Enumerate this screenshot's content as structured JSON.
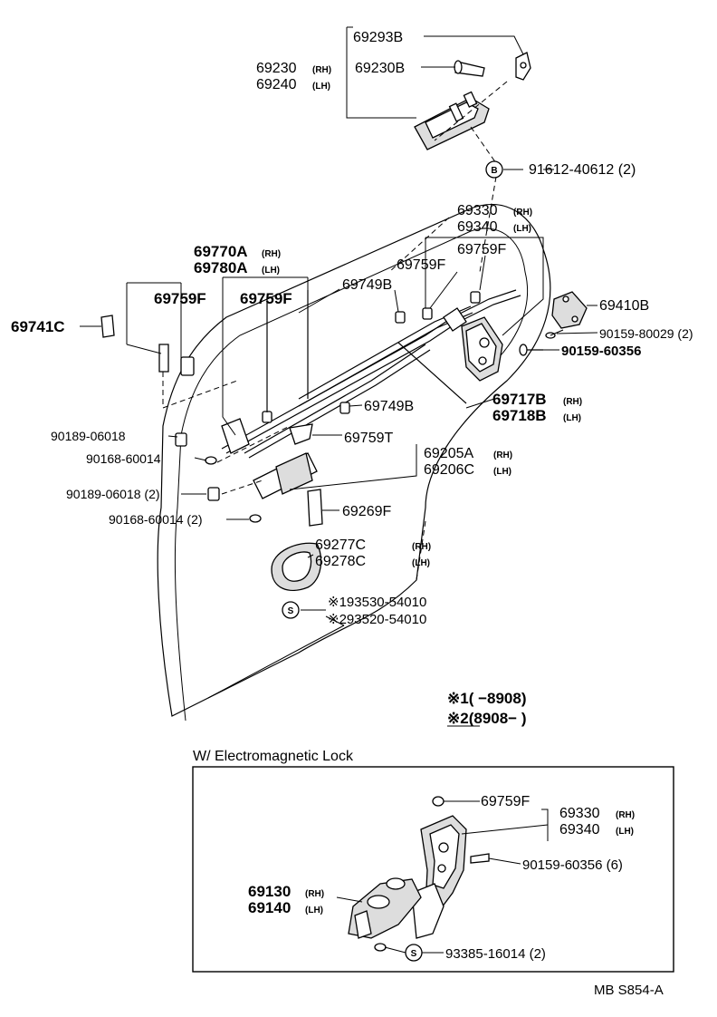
{
  "diagram": {
    "parts": {
      "p69293B": "69293B",
      "p69230": "69230",
      "p69240": "69240",
      "p69230B": "69230B",
      "p91612": "91612-40612 (2)",
      "p69330": "69330",
      "p69340": "69340",
      "p69759F_a": "69759F",
      "p69759F_b": "69759F",
      "p69759F_c": "69759F",
      "p69759F_d": "69759F",
      "p69770A": "69770A",
      "p69780A": "69780A",
      "p69749B_a": "69749B",
      "p69749B_b": "69749B",
      "p69741C": "69741C",
      "p69410B": "69410B",
      "p90159_80029": "90159-80029 (2)",
      "p90159_60356": "90159-60356",
      "p69717B": "69717B",
      "p69718B": "69718B",
      "p90189_a": "90189-06018",
      "p90168_a": "90168-60014",
      "p69759T": "69759T",
      "p69205A": "69205A",
      "p69206C": "69206C",
      "p90189_b": "90189-06018 (2)",
      "p90168_b": "90168-60014 (2)",
      "p69269F": "69269F",
      "p69277C": "69277C",
      "p69278C": "69278C",
      "p193530": "※193530-54010",
      "p293520": "※293520-54010"
    },
    "side": {
      "rh": "(RH)",
      "lh": "(LH)"
    },
    "markers": {
      "b": "B",
      "s": "S"
    },
    "legend": {
      "note1": "※1(      −8908)",
      "note2": "※2(8908−       )"
    },
    "inset": {
      "title": "W/ Electromagnetic Lock",
      "p69759F": "69759F",
      "p69330": "69330",
      "p69340": "69340",
      "p90159": "90159-60356 (6)",
      "p69130": "69130",
      "p69140": "69140",
      "p93385": "93385-16014 (2)"
    },
    "footer": "MB  S854-A"
  }
}
